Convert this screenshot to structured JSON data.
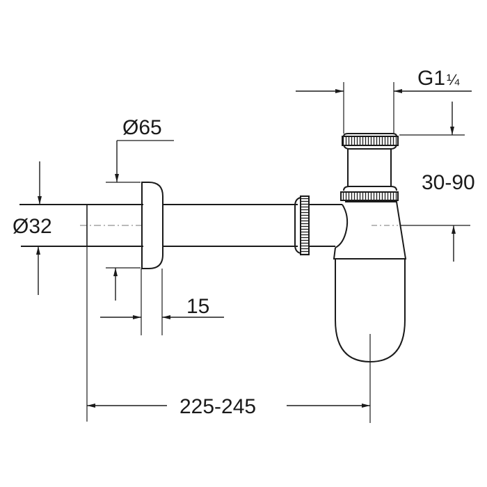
{
  "drawing": {
    "subject": "bottle trap siphon dimension drawing",
    "line_color": "#1a1a1a",
    "background": "#ffffff"
  },
  "dimensions": {
    "thread_size": "G1¼",
    "thread_main": "G1",
    "thread_fraction": "¼",
    "height_range": "30-90",
    "flange_diameter": "Ø65",
    "pipe_diameter": "Ø32",
    "flange_width": "15",
    "overall_length": "225-245"
  }
}
